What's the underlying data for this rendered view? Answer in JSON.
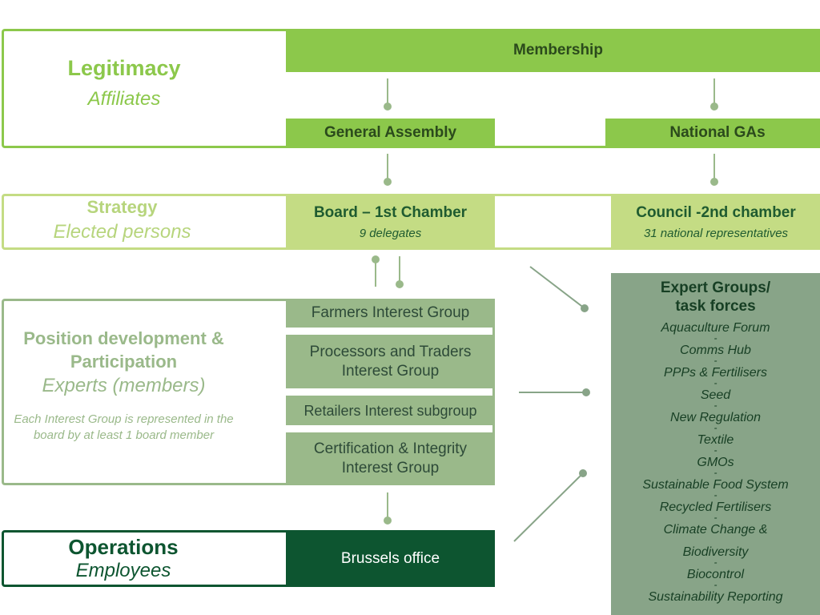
{
  "legitimacy": {
    "title": "Legitimacy",
    "subtitle": "Affiliates",
    "membership": "Membership",
    "general_assembly": "General Assembly",
    "national_gas": "National GAs"
  },
  "strategy": {
    "title": "Strategy",
    "subtitle": "Elected persons",
    "board": {
      "title": "Board – 1st Chamber",
      "sub": "9 delegates"
    },
    "council": {
      "title": "Council -2nd chamber",
      "sub": "31 national representatives"
    }
  },
  "position": {
    "title": "Position development & Participation",
    "subtitle": "Experts (members)",
    "note": "Each Interest Group is represented in the board by at least 1 board member",
    "groups": [
      "Farmers Interest Group",
      "Processors and Traders Interest Group",
      "Retailers Interest subgroup",
      "Certification & Integrity Interest Group"
    ]
  },
  "operations": {
    "title": "Operations",
    "subtitle": "Employees",
    "office": "Brussels office"
  },
  "experts": {
    "title": "Expert Groups/ task forces",
    "items": [
      "Aquaculture Forum",
      "Comms Hub",
      "PPPs & Fertilisers",
      "Seed",
      "New Regulation",
      "Textile",
      "GMOs",
      "Sustainable Food System",
      "Recycled Fertilisers",
      "Climate Change &",
      "Biodiversity",
      "Biocontrol",
      "Sustainability Reporting"
    ]
  },
  "colors": {
    "legitimacy_green": "#8cc84b",
    "strategy_green": "#c4dc84",
    "position_green": "#9ab98a",
    "operations_green": "#0d5530",
    "expert_panel": "#88a488"
  }
}
